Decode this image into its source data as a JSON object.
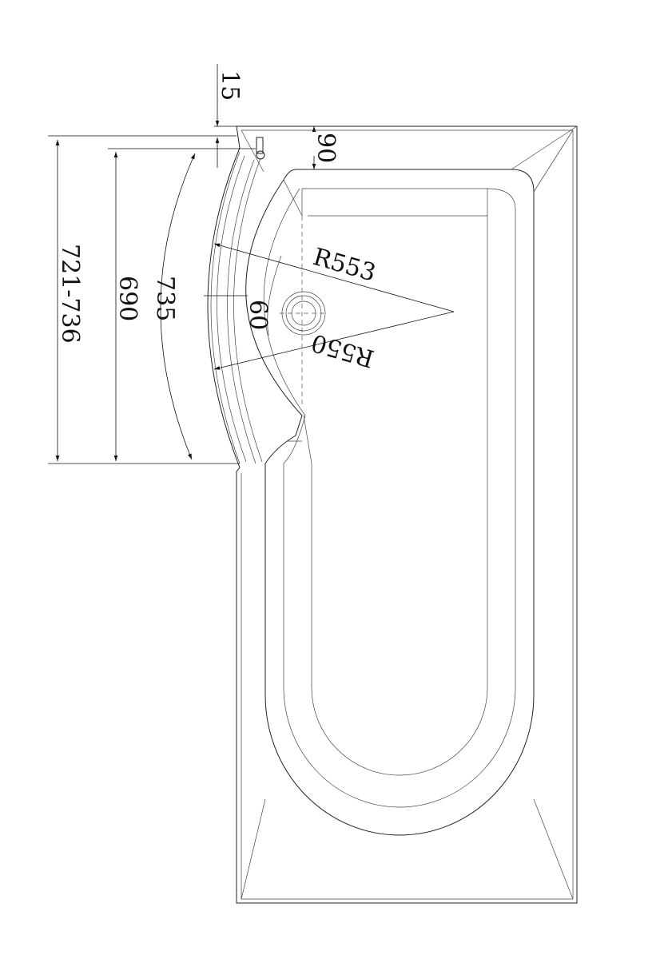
{
  "drawing": {
    "title": "P-shaped bath top view",
    "dimensions": {
      "apron_offset": "15",
      "end_width": "90",
      "overall_width": "721-736",
      "inner_width": "690",
      "arc_length": "735",
      "rim_depth": "60",
      "outer_radius": "R553",
      "inner_radius": "R550"
    }
  }
}
